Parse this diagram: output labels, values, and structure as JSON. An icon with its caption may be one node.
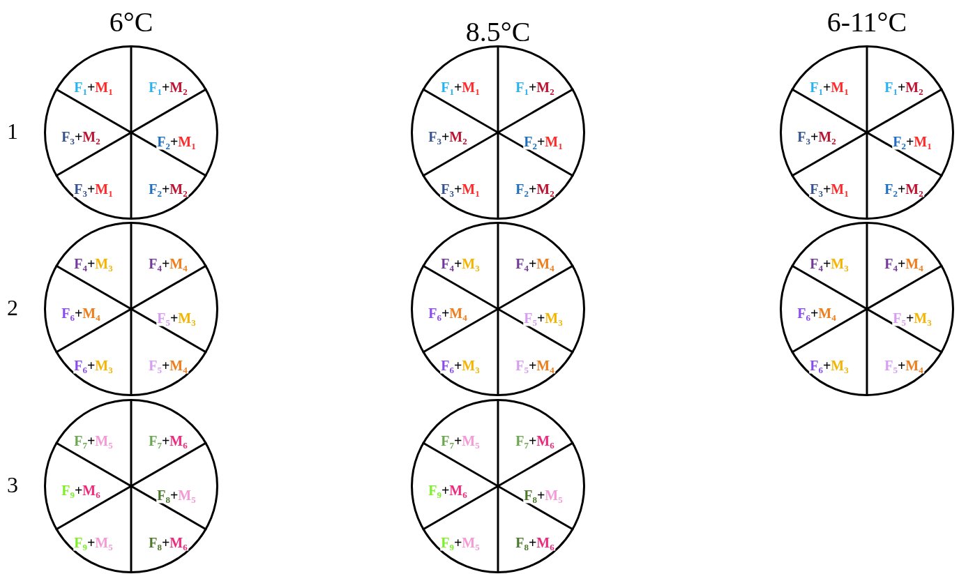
{
  "diagram": {
    "nodes": [
      {
        "text": [
          "F$_{1}$+M$_{1}$",
          "F$_{1}$+M$_{2}$",
          "F$_{3}$+M$_{2}$",
          "F$_{2}$+M$_{1}$",
          "F$_{3}$+M$_{1}$",
          "F$_{2}$+M$_{2}$"
        ]
      },
      {
        "text": [
          "F$_{1}$+M$_{1}$",
          "F$_{1}$+M$_{2}$",
          "F$_{3}$+M$_{2}$",
          "F$_{2}$+M$_{1}$",
          "F$_{3}$+M$_{1}$",
          "F$_{2}$+M$_{2}$"
        ]
      },
      {
        "text": [
          "F$_{1}$+M$_{1}$",
          "F$_{1}$+M$_{2}$",
          "F$_{3}$+M$_{2}$",
          "F$_{2}$+M$_{1}$",
          "F$_{3}$+M$_{1}$",
          "F$_{2}$+M$_{2}$"
        ]
      },
      {
        "text": [
          "F$_{4}$+M$_{3}$",
          "F$_{4}$+M$_{4}$",
          "F$_{6}$+M$_{4}$",
          "F$_{5}$+M$_{3}$",
          "F$_{6}$+M$_{3}$",
          "F$_{5}$+M$_{4}$"
        ]
      },
      {
        "text": [
          "F$_{4}$+M$_{3}$",
          "F$_{4}$+M$_{4}$",
          "F$_{6}$+M$_{4}$",
          "F$_{5}$+M$_{3}$",
          "F$_{6}$+M$_{3}$",
          "F$_{5}$+M$_{4}$"
        ]
      },
      {
        "text": [
          "F$_{4}$+M$_{3}$",
          "F$_{4}$+M$_{4}$",
          "F$_{6}$+M$_{4}$",
          "F$_{5}$+M$_{3}$",
          "F$_{6}$+M$_{3}$",
          "F$_{5}$+M$_{4}$"
        ]
      },
      {
        "text": [
          "F$_{7}$+M$_{5}$",
          "F$_{7}$+M$_{6}$",
          "F$_{9}$+M$_{6}$",
          "F$_{8}$+M$_{5}$",
          "F$_{9}$+M$_{5}$",
          "F$_{8}$+M$_{6}$"
        ]
      },
      {
        "text": [
          "F$_{7}$+M$_{5}$",
          "F$_{7}$+M$_{6}$",
          "F$_{9}$+M$_{6}$",
          "F$_{8}$+M$_{5}$",
          "F$_{9}$+M$_{5}$",
          "F$_{8}$+M$_{6}$"
        ]
      }
    ],
    "labels": [
      "6°C",
      "8.5°C",
      "6-11°C",
      "1",
      "2",
      "3"
    ]
  }
}
